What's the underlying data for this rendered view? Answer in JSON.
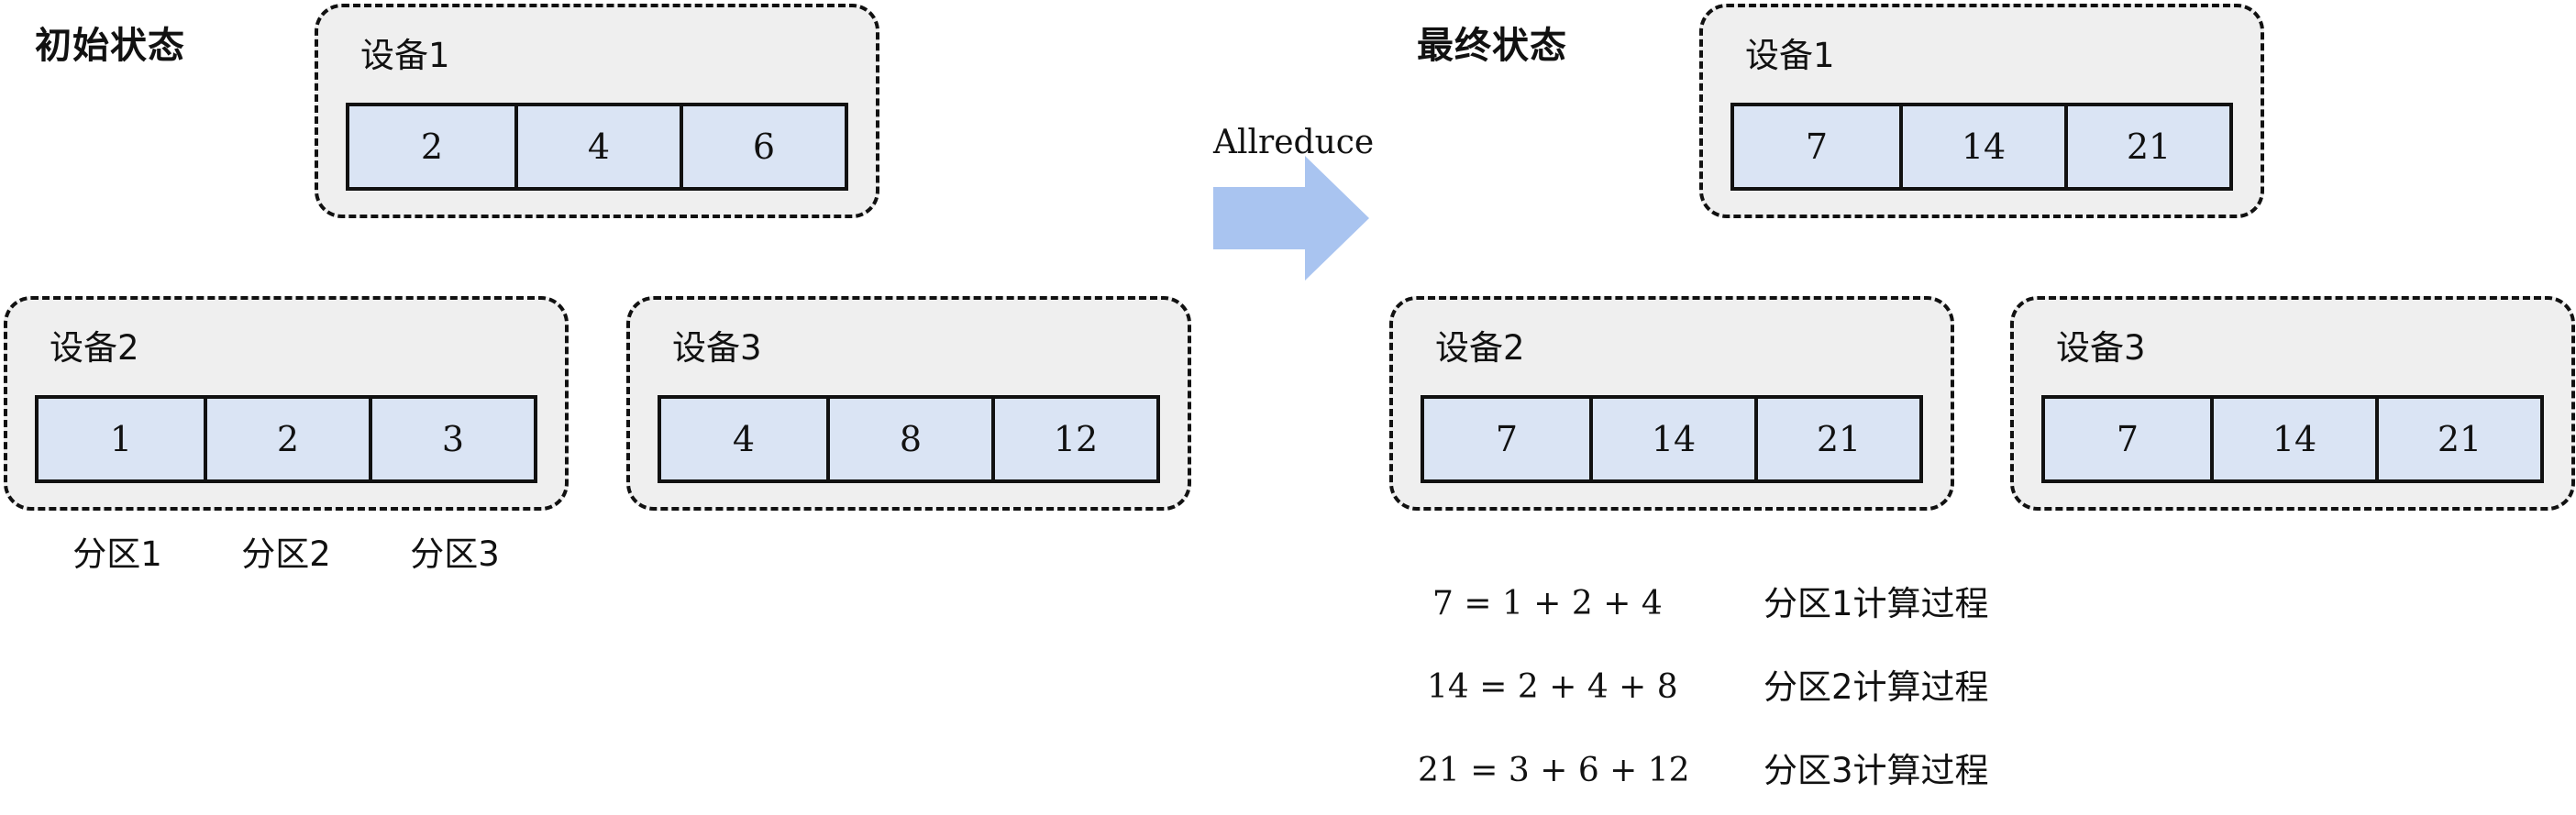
{
  "initial": {
    "title": "初始状态",
    "devices": [
      {
        "label": "设备1",
        "values": [
          "2",
          "4",
          "6"
        ]
      },
      {
        "label": "设备2",
        "values": [
          "1",
          "2",
          "3"
        ]
      },
      {
        "label": "设备3",
        "values": [
          "4",
          "8",
          "12"
        ]
      }
    ],
    "partitions": [
      "分区1",
      "分区2",
      "分区3"
    ]
  },
  "operation": {
    "label": "Allreduce",
    "arrow_color": "#a9c4f0"
  },
  "final": {
    "title": "最终状态",
    "devices": [
      {
        "label": "设备1",
        "values": [
          "7",
          "14",
          "21"
        ]
      },
      {
        "label": "设备2",
        "values": [
          "7",
          "14",
          "21"
        ]
      },
      {
        "label": "设备3",
        "values": [
          "7",
          "14",
          "21"
        ]
      }
    ]
  },
  "computations": [
    {
      "formula": "7 = 1 + 2 + 4",
      "note": "分区1计算过程"
    },
    {
      "formula": "14 = 2 + 4 + 8",
      "note": "分区2计算过程"
    },
    {
      "formula": "21 = 3 + 6 + 12",
      "note": "分区3计算过程"
    }
  ],
  "colors": {
    "cell_fill": "#dae4f4",
    "device_fill": "#efefef",
    "border": "#111111"
  }
}
